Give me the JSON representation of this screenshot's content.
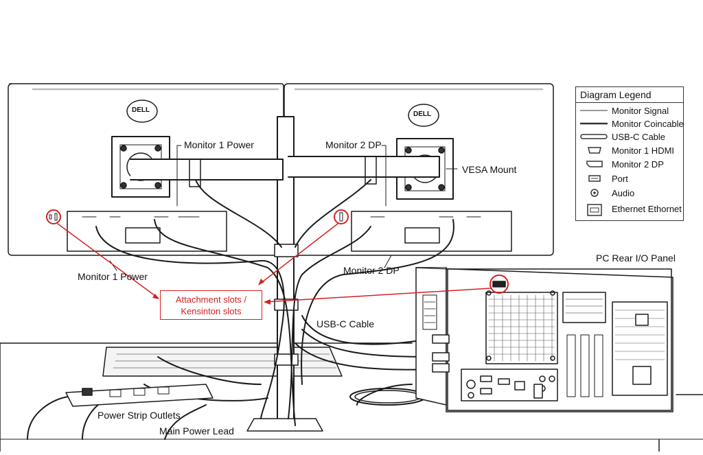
{
  "labels": {
    "monitor1_power_top": "Monitor 1 Power",
    "monitor2_dp_top": "Monitor 2 DP",
    "vesa_mount": "VESA Mount",
    "monitor1_power_bottom": "Monitor 1 Power",
    "monitor2_dp_bottom": "Monitor 2 DP",
    "pc_rear_io": "PC Rear I/O Panel",
    "usbc_cable": "USB-C Cable",
    "power_strip": "Power Strip Outlets",
    "main_power": "Main Power Lead",
    "callout": "Attachment slots / Kensinton slots"
  },
  "logos": {
    "monitor1": "DELL",
    "monitor2": "DELL"
  },
  "legend": {
    "title": "Diagram Legend",
    "items": [
      {
        "icon": "thin-line-icon",
        "label": "Monitor Signal"
      },
      {
        "icon": "thick-line-icon",
        "label": "Monitor Coincable"
      },
      {
        "icon": "double-line-icon",
        "label": "USB-C Cable"
      },
      {
        "icon": "hdmi-port-icon",
        "label": "Monitor 1 HDMI"
      },
      {
        "icon": "displayport-icon",
        "label": "Monitor 2 DP"
      },
      {
        "icon": "port-icon",
        "label": "Port"
      },
      {
        "icon": "audio-jack-icon",
        "label": "Audio"
      },
      {
        "icon": "ethernet-port-icon",
        "label": "Ethernet Ethornet"
      }
    ]
  },
  "colors": {
    "line": "#1a1a1a",
    "annotation": "#d42020",
    "grey": "#cfcfcf"
  }
}
